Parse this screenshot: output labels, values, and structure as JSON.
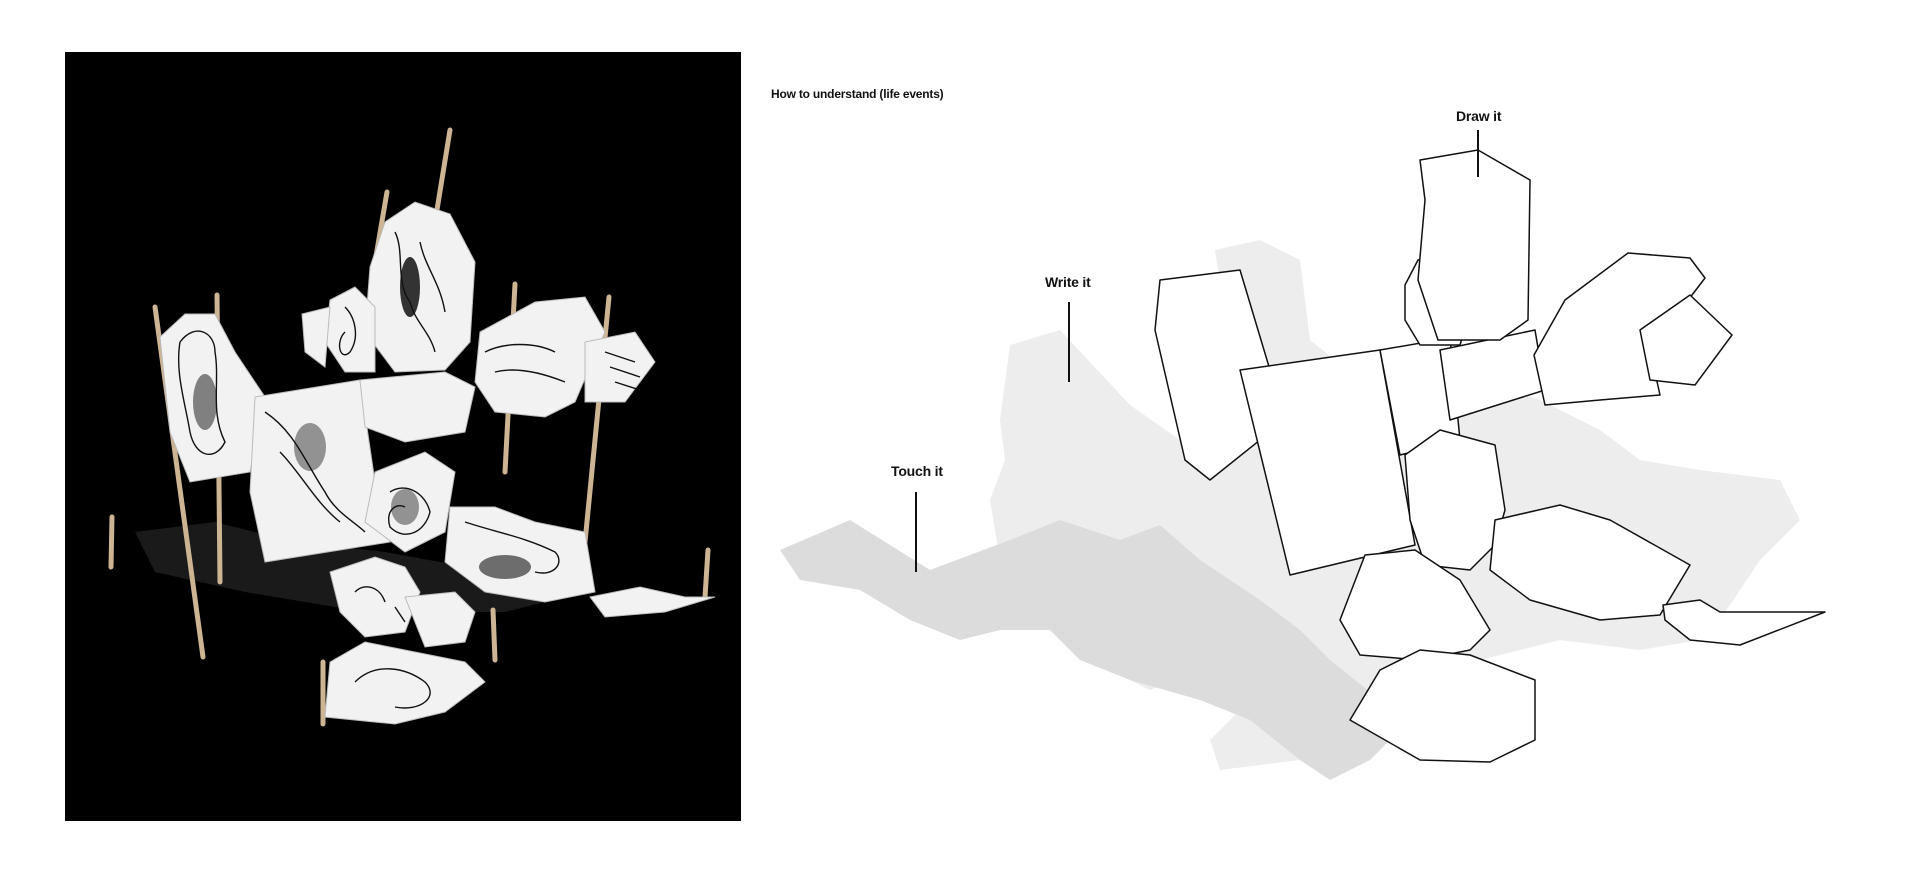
{
  "title": "How to understand (life events)",
  "labels": {
    "draw": "Draw it",
    "write": "Write it",
    "touch": "Touch it"
  },
  "colors": {
    "photo_background": "#000000",
    "paper": "#f2f2f2",
    "ink": "#111111",
    "shadow_light": "#ededed",
    "shadow_dark": "#dcdcdc",
    "outline": "#111111"
  }
}
